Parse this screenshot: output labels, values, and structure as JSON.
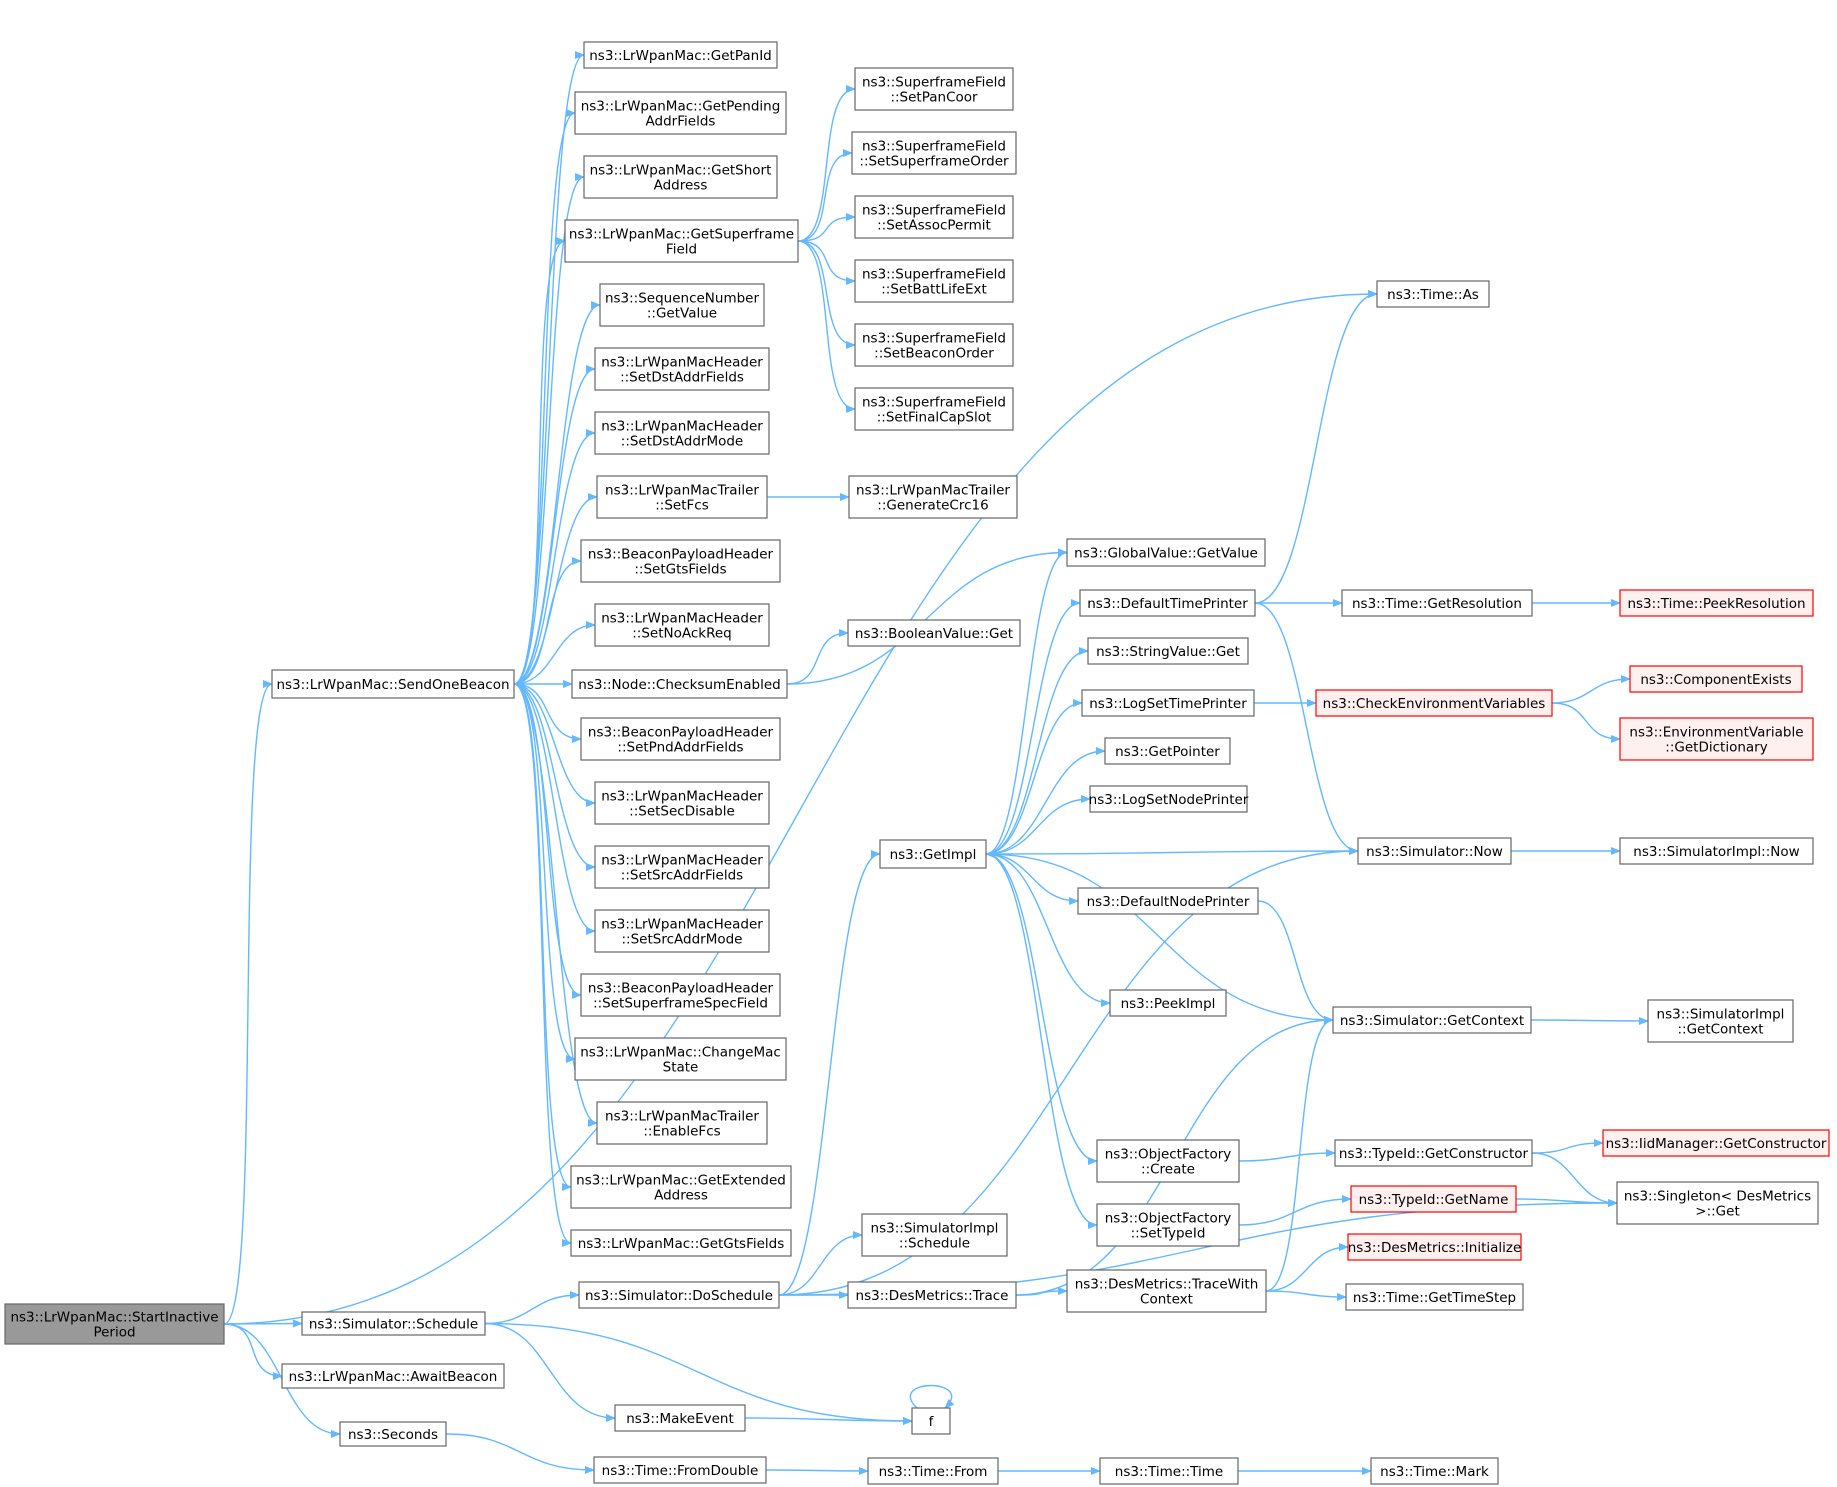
{
  "colors": {
    "edge": "#63b8ff",
    "node_border": "#666666",
    "node_fill": "#ffffff",
    "root_fill": "#999999",
    "root_border": "#666666",
    "truncated_border": "#ff0000",
    "truncated_fill": "#fff0f0"
  },
  "nodes": [
    {
      "id": "start",
      "lines": [
        "ns3::LrWpanMac::StartInactive",
        "Period"
      ],
      "kind": "root"
    },
    {
      "id": "sendbeacon",
      "lines": [
        "ns3::LrWpanMac::SendOneBeacon"
      ]
    },
    {
      "id": "sim_schedule",
      "lines": [
        "ns3::Simulator::Schedule"
      ]
    },
    {
      "id": "awaitbeacon",
      "lines": [
        "ns3::LrWpanMac::AwaitBeacon"
      ]
    },
    {
      "id": "seconds",
      "lines": [
        "ns3::Seconds"
      ]
    },
    {
      "id": "getpanid",
      "lines": [
        "ns3::LrWpanMac::GetPanId"
      ]
    },
    {
      "id": "getpending",
      "lines": [
        "ns3::LrWpanMac::GetPending",
        "AddrFields"
      ]
    },
    {
      "id": "getshort",
      "lines": [
        "ns3::LrWpanMac::GetShort",
        "Address"
      ]
    },
    {
      "id": "getsuperframe",
      "lines": [
        "ns3::LrWpanMac::GetSuperframe",
        "Field"
      ]
    },
    {
      "id": "seqgetvalue",
      "lines": [
        "ns3::SequenceNumber",
        "::GetValue"
      ]
    },
    {
      "id": "setdstaddrfields",
      "lines": [
        "ns3::LrWpanMacHeader",
        "::SetDstAddrFields"
      ]
    },
    {
      "id": "setdstaddrmode",
      "lines": [
        "ns3::LrWpanMacHeader",
        "::SetDstAddrMode"
      ]
    },
    {
      "id": "setfcs",
      "lines": [
        "ns3::LrWpanMacTrailer",
        "::SetFcs"
      ]
    },
    {
      "id": "setgtsfields",
      "lines": [
        "ns3::BeaconPayloadHeader",
        "::SetGtsFields"
      ]
    },
    {
      "id": "setnoackreq",
      "lines": [
        "ns3::LrWpanMacHeader",
        "::SetNoAckReq"
      ]
    },
    {
      "id": "checksumenabled",
      "lines": [
        "ns3::Node::ChecksumEnabled"
      ]
    },
    {
      "id": "setpndaddrfields",
      "lines": [
        "ns3::BeaconPayloadHeader",
        "::SetPndAddrFields"
      ]
    },
    {
      "id": "setsecdisable",
      "lines": [
        "ns3::LrWpanMacHeader",
        "::SetSecDisable"
      ]
    },
    {
      "id": "setsrcaddrfields",
      "lines": [
        "ns3::LrWpanMacHeader",
        "::SetSrcAddrFields"
      ]
    },
    {
      "id": "setsrcaddrmode",
      "lines": [
        "ns3::LrWpanMacHeader",
        "::SetSrcAddrMode"
      ]
    },
    {
      "id": "setsuperframespec",
      "lines": [
        "ns3::BeaconPayloadHeader",
        "::SetSuperframeSpecField"
      ]
    },
    {
      "id": "changemacstate",
      "lines": [
        "ns3::LrWpanMac::ChangeMac",
        "State"
      ]
    },
    {
      "id": "enablefcs",
      "lines": [
        "ns3::LrWpanMacTrailer",
        "::EnableFcs"
      ]
    },
    {
      "id": "getextended",
      "lines": [
        "ns3::LrWpanMac::GetExtended",
        "Address"
      ]
    },
    {
      "id": "getgtsfields",
      "lines": [
        "ns3::LrWpanMac::GetGtsFields"
      ]
    },
    {
      "id": "setpancoor",
      "lines": [
        "ns3::SuperframeField",
        "::SetPanCoor"
      ]
    },
    {
      "id": "setsuperframeorder",
      "lines": [
        "ns3::SuperframeField",
        "::SetSuperframeOrder"
      ]
    },
    {
      "id": "setassocpermit",
      "lines": [
        "ns3::SuperframeField",
        "::SetAssocPermit"
      ]
    },
    {
      "id": "setbattlifeext",
      "lines": [
        "ns3::SuperframeField",
        "::SetBattLifeExt"
      ]
    },
    {
      "id": "setbeaconorder",
      "lines": [
        "ns3::SuperframeField",
        "::SetBeaconOrder"
      ]
    },
    {
      "id": "setfinalcapslot",
      "lines": [
        "ns3::SuperframeField",
        "::SetFinalCapSlot"
      ]
    },
    {
      "id": "generatecrc16",
      "lines": [
        "ns3::LrWpanMacTrailer",
        "::GenerateCrc16"
      ]
    },
    {
      "id": "booleanget",
      "lines": [
        "ns3::BooleanValue::Get"
      ]
    },
    {
      "id": "globalgetvalue",
      "lines": [
        "ns3::GlobalValue::GetValue"
      ]
    },
    {
      "id": "defaulttimeprinter",
      "lines": [
        "ns3::DefaultTimePrinter"
      ]
    },
    {
      "id": "stringget",
      "lines": [
        "ns3::StringValue::Get"
      ]
    },
    {
      "id": "logsettimeprinter",
      "lines": [
        "ns3::LogSetTimePrinter"
      ]
    },
    {
      "id": "getpointer",
      "lines": [
        "ns3::GetPointer"
      ]
    },
    {
      "id": "logsetnodeprinter",
      "lines": [
        "ns3::LogSetNodePrinter"
      ]
    },
    {
      "id": "getimpl",
      "lines": [
        "ns3::GetImpl"
      ]
    },
    {
      "id": "defaultnodeprinter",
      "lines": [
        "ns3::DefaultNodePrinter"
      ]
    },
    {
      "id": "peekimpl",
      "lines": [
        "ns3::PeekImpl"
      ]
    },
    {
      "id": "objfactorycreate",
      "lines": [
        "ns3::ObjectFactory",
        "::Create"
      ]
    },
    {
      "id": "objfactorysettypeid",
      "lines": [
        "ns3::ObjectFactory",
        "::SetTypeId"
      ]
    },
    {
      "id": "simimplschedule",
      "lines": [
        "ns3::SimulatorImpl",
        "::Schedule"
      ]
    },
    {
      "id": "doschedule",
      "lines": [
        "ns3::Simulator::DoSchedule"
      ]
    },
    {
      "id": "desmetricstrace",
      "lines": [
        "ns3::DesMetrics::Trace"
      ]
    },
    {
      "id": "tracewithcontext",
      "lines": [
        "ns3::DesMetrics::TraceWith",
        "Context"
      ]
    },
    {
      "id": "makeevent",
      "lines": [
        "ns3::MakeEvent"
      ]
    },
    {
      "id": "f",
      "lines": [
        "f"
      ]
    },
    {
      "id": "fromdouble",
      "lines": [
        "ns3::Time::FromDouble"
      ]
    },
    {
      "id": "timefrom",
      "lines": [
        "ns3::Time::From"
      ]
    },
    {
      "id": "timetime",
      "lines": [
        "ns3::Time::Time"
      ]
    },
    {
      "id": "timemark",
      "lines": [
        "ns3::Time::Mark"
      ]
    },
    {
      "id": "timeas",
      "lines": [
        "ns3::Time::As"
      ]
    },
    {
      "id": "getresolution",
      "lines": [
        "ns3::Time::GetResolution"
      ]
    },
    {
      "id": "peekresolution",
      "lines": [
        "ns3::Time::PeekResolution"
      ],
      "kind": "truncated"
    },
    {
      "id": "checkenv",
      "lines": [
        "ns3::CheckEnvironmentVariables"
      ],
      "kind": "truncated"
    },
    {
      "id": "componentexists",
      "lines": [
        "ns3::ComponentExists"
      ],
      "kind": "truncated"
    },
    {
      "id": "envgetdict",
      "lines": [
        "ns3::EnvironmentVariable",
        "::GetDictionary"
      ],
      "kind": "truncated"
    },
    {
      "id": "simnow",
      "lines": [
        "ns3::Simulator::Now"
      ]
    },
    {
      "id": "simimplnow",
      "lines": [
        "ns3::SimulatorImpl::Now"
      ]
    },
    {
      "id": "simgetcontext",
      "lines": [
        "ns3::Simulator::GetContext"
      ]
    },
    {
      "id": "simimplgetcontext",
      "lines": [
        "ns3::SimulatorImpl",
        "::GetContext"
      ]
    },
    {
      "id": "typeidgetconstructor",
      "lines": [
        "ns3::TypeId::GetConstructor"
      ]
    },
    {
      "id": "iidmanager",
      "lines": [
        "ns3::IidManager::GetConstructor"
      ],
      "kind": "truncated"
    },
    {
      "id": "singletonget",
      "lines": [
        "ns3::Singleton< DesMetrics",
        ">::Get"
      ]
    },
    {
      "id": "typeidgetname",
      "lines": [
        "ns3::TypeId::GetName"
      ],
      "kind": "truncated"
    },
    {
      "id": "desinitialize",
      "lines": [
        "ns3::DesMetrics::Initialize"
      ],
      "kind": "truncated"
    },
    {
      "id": "gettimestep",
      "lines": [
        "ns3::Time::GetTimeStep"
      ]
    }
  ],
  "edges": [
    [
      "start",
      "timeas"
    ],
    [
      "start",
      "sendbeacon"
    ],
    [
      "start",
      "sim_schedule"
    ],
    [
      "start",
      "awaitbeacon"
    ],
    [
      "start",
      "seconds"
    ],
    [
      "sendbeacon",
      "getpanid"
    ],
    [
      "sendbeacon",
      "getpending"
    ],
    [
      "sendbeacon",
      "getshort"
    ],
    [
      "sendbeacon",
      "getsuperframe"
    ],
    [
      "sendbeacon",
      "seqgetvalue"
    ],
    [
      "sendbeacon",
      "setdstaddrfields"
    ],
    [
      "sendbeacon",
      "setdstaddrmode"
    ],
    [
      "sendbeacon",
      "setfcs"
    ],
    [
      "sendbeacon",
      "setgtsfields"
    ],
    [
      "sendbeacon",
      "setnoackreq"
    ],
    [
      "sendbeacon",
      "checksumenabled"
    ],
    [
      "sendbeacon",
      "setpndaddrfields"
    ],
    [
      "sendbeacon",
      "setsecdisable"
    ],
    [
      "sendbeacon",
      "setsrcaddrfields"
    ],
    [
      "sendbeacon",
      "setsrcaddrmode"
    ],
    [
      "sendbeacon",
      "setsuperframespec"
    ],
    [
      "sendbeacon",
      "changemacstate"
    ],
    [
      "sendbeacon",
      "enablefcs"
    ],
    [
      "sendbeacon",
      "getextended"
    ],
    [
      "sendbeacon",
      "getgtsfields"
    ],
    [
      "getsuperframe",
      "setpancoor"
    ],
    [
      "getsuperframe",
      "setsuperframeorder"
    ],
    [
      "getsuperframe",
      "setassocpermit"
    ],
    [
      "getsuperframe",
      "setbattlifeext"
    ],
    [
      "getsuperframe",
      "setbeaconorder"
    ],
    [
      "getsuperframe",
      "setfinalcapslot"
    ],
    [
      "setfcs",
      "generatecrc16"
    ],
    [
      "checksumenabled",
      "booleanget"
    ],
    [
      "checksumenabled",
      "globalgetvalue"
    ],
    [
      "sim_schedule",
      "doschedule"
    ],
    [
      "sim_schedule",
      "makeevent"
    ],
    [
      "sim_schedule",
      "f"
    ],
    [
      "seconds",
      "fromdouble"
    ],
    [
      "fromdouble",
      "timefrom"
    ],
    [
      "timefrom",
      "timetime"
    ],
    [
      "timetime",
      "timemark"
    ],
    [
      "makeevent",
      "f"
    ],
    [
      "f",
      "f"
    ],
    [
      "doschedule",
      "simimplschedule"
    ],
    [
      "doschedule",
      "desmetricstrace"
    ],
    [
      "doschedule",
      "getimpl"
    ],
    [
      "doschedule",
      "simnow"
    ],
    [
      "doschedule",
      "singletonget"
    ],
    [
      "desmetricstrace",
      "tracewithcontext"
    ],
    [
      "desmetricstrace",
      "simgetcontext"
    ],
    [
      "tracewithcontext",
      "desinitialize"
    ],
    [
      "tracewithcontext",
      "gettimestep"
    ],
    [
      "tracewithcontext",
      "simgetcontext"
    ],
    [
      "getimpl",
      "globalgetvalue"
    ],
    [
      "getimpl",
      "defaulttimeprinter"
    ],
    [
      "getimpl",
      "stringget"
    ],
    [
      "getimpl",
      "logsettimeprinter"
    ],
    [
      "getimpl",
      "getpointer"
    ],
    [
      "getimpl",
      "logsetnodeprinter"
    ],
    [
      "getimpl",
      "defaultnodeprinter"
    ],
    [
      "getimpl",
      "peekimpl"
    ],
    [
      "getimpl",
      "objfactorycreate"
    ],
    [
      "getimpl",
      "objfactorysettypeid"
    ],
    [
      "defaulttimeprinter",
      "timeas"
    ],
    [
      "defaulttimeprinter",
      "getresolution"
    ],
    [
      "defaulttimeprinter",
      "simnow"
    ],
    [
      "getresolution",
      "peekresolution"
    ],
    [
      "logsettimeprinter",
      "checkenv"
    ],
    [
      "checkenv",
      "componentexists"
    ],
    [
      "checkenv",
      "envgetdict"
    ],
    [
      "simnow",
      "getimpl"
    ],
    [
      "simnow",
      "simimplnow"
    ],
    [
      "defaultnodeprinter",
      "simgetcontext"
    ],
    [
      "simgetcontext",
      "getimpl"
    ],
    [
      "simgetcontext",
      "simimplgetcontext"
    ],
    [
      "objfactorycreate",
      "typeidgetconstructor"
    ],
    [
      "typeidgetconstructor",
      "iidmanager"
    ],
    [
      "typeidgetconstructor",
      "singletonget"
    ],
    [
      "objfactorysettypeid",
      "typeidgetname"
    ],
    [
      "typeidgetname",
      "singletonget"
    ]
  ]
}
